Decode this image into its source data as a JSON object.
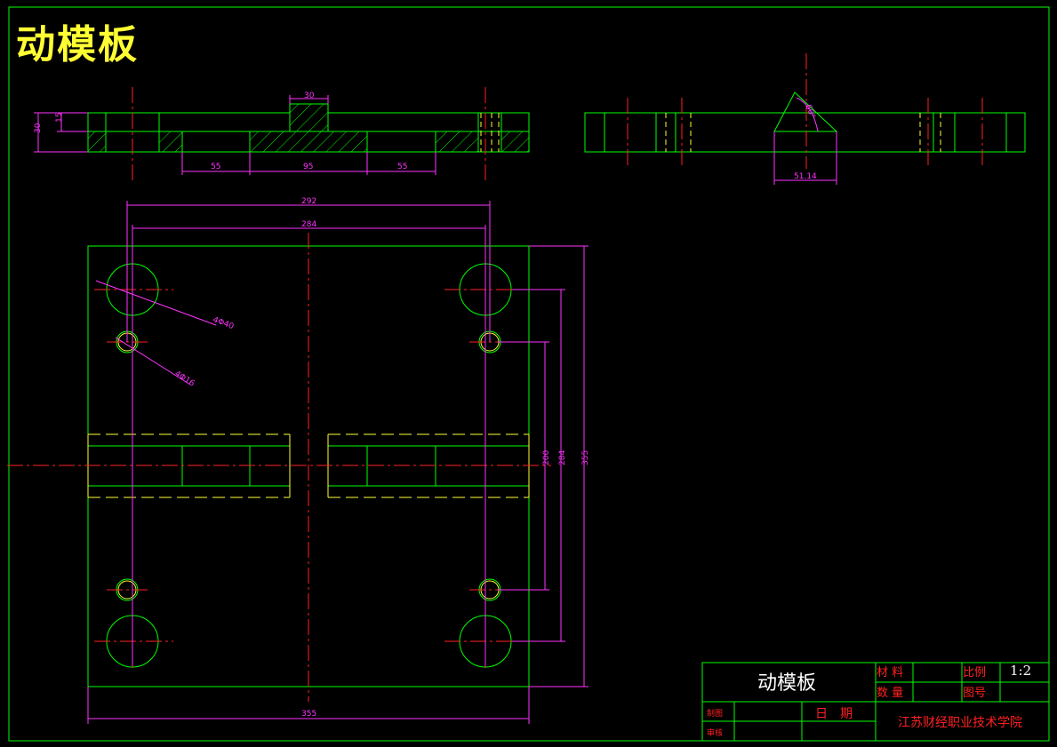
{
  "drawing_title": "动模板",
  "colors": {
    "outline": "#00ff00",
    "hidden": "#ffff33",
    "center": "#ff2020",
    "dimension": "#ff33ff",
    "text_white": "#ffffff",
    "title_yellow": "#ffff33"
  },
  "dimensions": {
    "top_width": "30",
    "height_total": "30",
    "height_step": "15",
    "seg_left": "55",
    "seg_mid": "95",
    "seg_right": "55",
    "side_angle": "60°",
    "side_width": "51.14",
    "pitch_outer": "292",
    "pitch_inner": "284",
    "hole_large": "4Φ40",
    "hole_small": "4Φ16",
    "v_inner": "200",
    "v_mid": "284",
    "v_outer": "355",
    "h_outer": "355"
  },
  "title_block": {
    "part_name": "动模板",
    "material_label": "材 料",
    "quantity_label": "数 量",
    "scale_label": "比例",
    "scale_value": "1:2",
    "drawing_no_label": "图号",
    "drafted_label": "制图",
    "reviewed_label": "审核",
    "date_label": "日　期",
    "school": "江苏财经职业技术学院"
  }
}
